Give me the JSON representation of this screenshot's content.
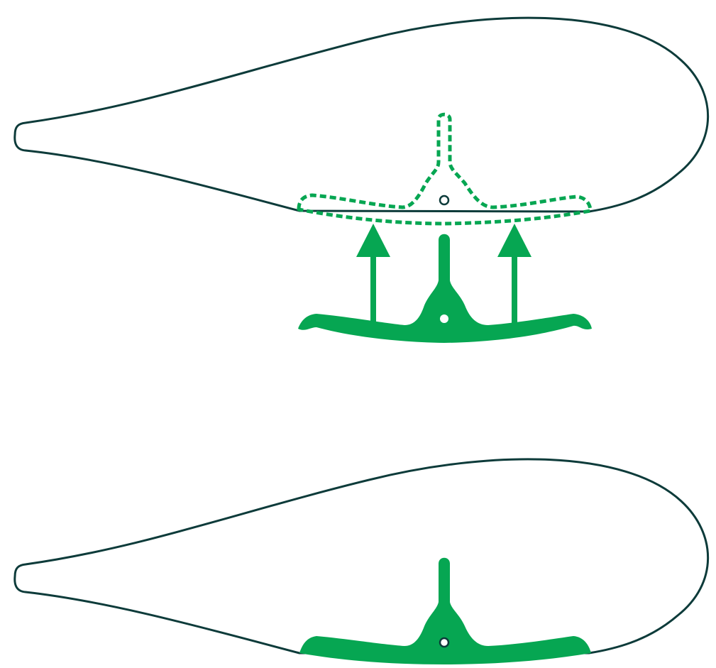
{
  "colors": {
    "outline": "#0d3b3a",
    "accent": "#06a652",
    "background": "#ffffff"
  },
  "panels": {
    "top": {
      "shows": [
        "airfoil-outline",
        "insert-target-dashed",
        "insert-piece",
        "insert-arrows"
      ],
      "arrow_direction": "up"
    },
    "bottom": {
      "shows": [
        "airfoil-outline",
        "insert-installed"
      ]
    }
  },
  "icons": [
    "arrow-up-icon",
    "arrow-up-icon"
  ]
}
